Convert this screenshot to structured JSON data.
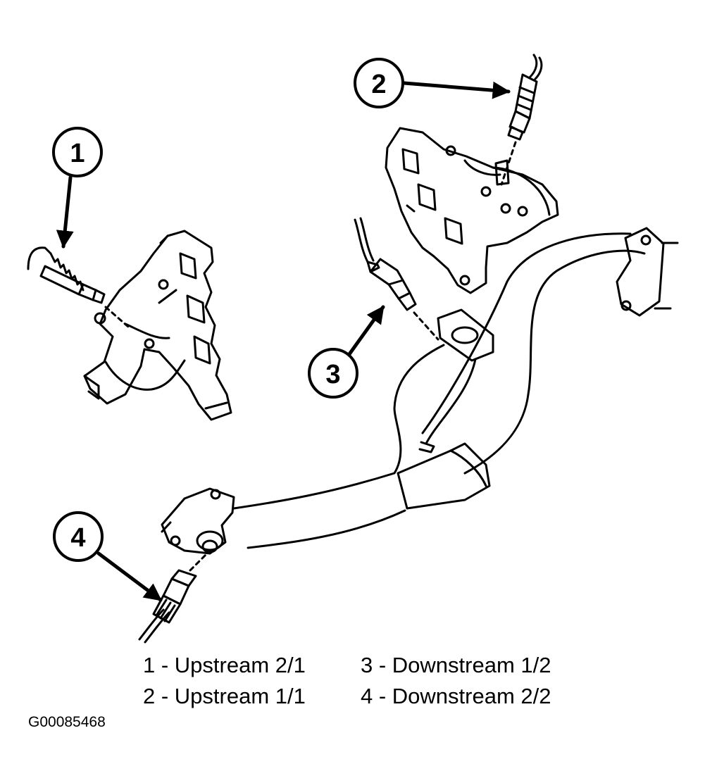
{
  "callouts": [
    {
      "number": "1"
    },
    {
      "number": "2"
    },
    {
      "number": "3"
    },
    {
      "number": "4"
    }
  ],
  "legend": [
    {
      "text": "1 - Upstream 2/1"
    },
    {
      "text": "2 - Upstream 1/1"
    },
    {
      "text": "3 - Downstream 1/2"
    },
    {
      "text": "4 - Downstream 2/2"
    }
  ],
  "figure_id": "G00085468"
}
